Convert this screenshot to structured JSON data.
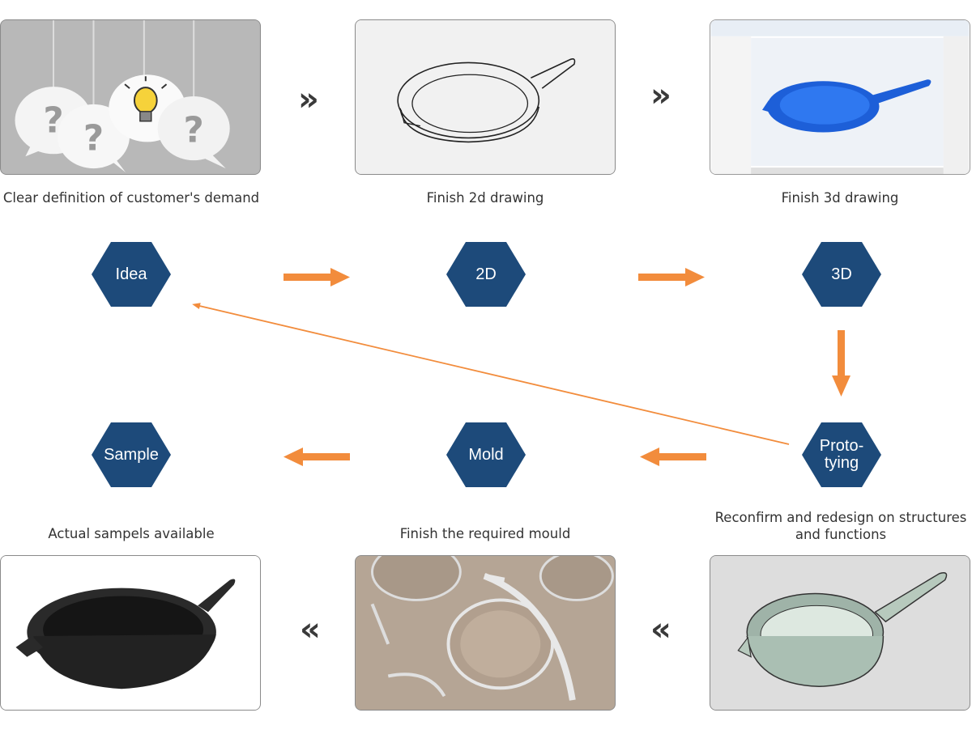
{
  "steps": {
    "idea": {
      "label": "Idea",
      "caption": "Clear definition of customer's demand"
    },
    "two_d": {
      "label": "2D",
      "caption": "Finish 2d drawing"
    },
    "three_d": {
      "label": "3D",
      "caption": "Finish 3d drawing"
    },
    "prototyping": {
      "label": "Proto-\ntying",
      "caption": "Reconfirm and redesign on structures and functions"
    },
    "mold": {
      "label": "Mold",
      "caption": "Finish the required mould"
    },
    "sample": {
      "label": "Sample",
      "caption": "Actual sampels available"
    }
  },
  "colors": {
    "hex_fill": "#1d4a7a",
    "arrow": "#f28c3c",
    "text": "#333333"
  },
  "chevrons": {
    "forward": "»",
    "backward": "«"
  },
  "icons": {
    "idea_image": "lightbulb-question-marks",
    "two_d_image": "frying-pan-line-drawing",
    "three_d_image": "cad-software-frying-pan",
    "prototype_image": "frying-pan-3d-render",
    "mold_image": "metal-mold-pattern",
    "sample_image": "cast-iron-skillet"
  }
}
